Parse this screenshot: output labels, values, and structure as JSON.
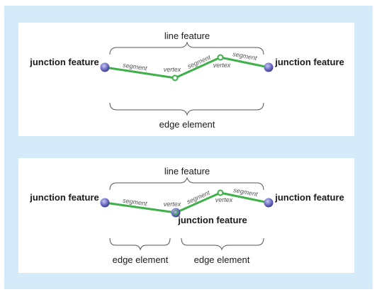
{
  "colors": {
    "background": "#d6ebfa",
    "panel": "#ffffff",
    "line": "#3fb04a",
    "junction": "#6f6fc8"
  },
  "top_diagram": {
    "line_feature_label": "line feature",
    "left_junction_label": "junction feature",
    "right_junction_label": "junction feature",
    "segment_labels": [
      "segment",
      "segment",
      "segment"
    ],
    "vertex_labels": [
      "vertex",
      "vertex"
    ],
    "edge_element_label": "edge element"
  },
  "bottom_diagram": {
    "line_feature_label": "line feature",
    "left_junction_label": "junction feature",
    "right_junction_label": "junction feature",
    "middle_junction_label": "junction feature",
    "segment_labels": [
      "segment",
      "segment",
      "segment"
    ],
    "vertex_labels": [
      "vertex",
      "vertex"
    ],
    "edge_element_labels": [
      "edge element",
      "edge element"
    ]
  }
}
